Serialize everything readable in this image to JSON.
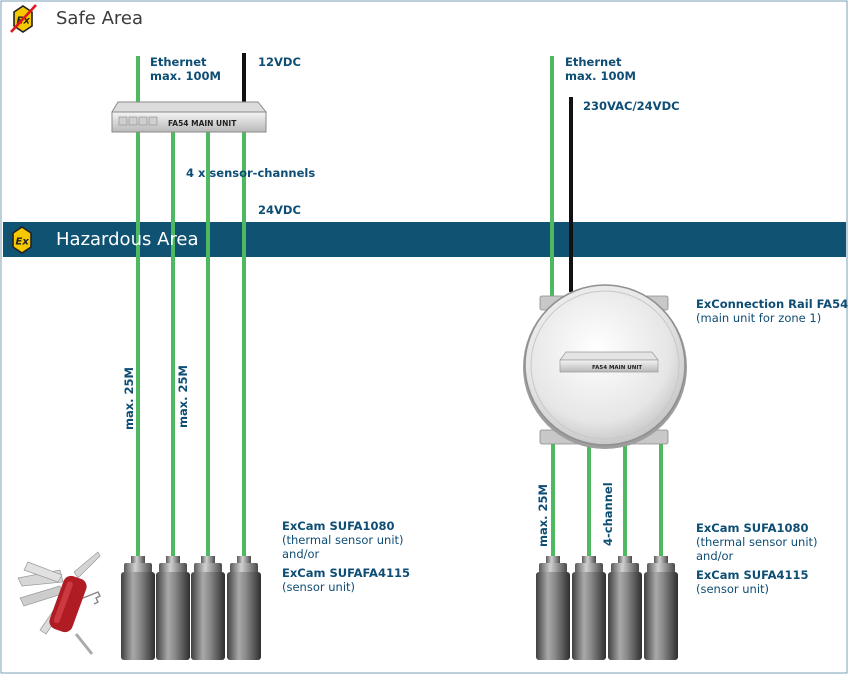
{
  "zones": {
    "safe": "Safe Area",
    "hazardous": "Hazardous Area"
  },
  "left": {
    "ethernet": "Ethernet",
    "ethernet_len": "max. 100M",
    "power_in": "12VDC",
    "main_unit": "FA54 MAIN UNIT",
    "channels": "4 x sensor-channels",
    "power_out": "24VDC",
    "cable_len_1": "max. 25M",
    "cable_len_2": "max. 25M",
    "sensor_a": "ExCam SUFA1080",
    "sensor_a_desc": "(thermal sensor unit)",
    "andor": "and/or",
    "sensor_b": "ExCam SUFAFA4115",
    "sensor_b_desc": "(sensor unit)"
  },
  "right": {
    "ethernet": "Ethernet",
    "ethernet_len": "max. 100M",
    "power_in": "230VAC/24VDC",
    "rail": "ExConnection Rail FA54",
    "rail_desc": "(main unit for zone 1)",
    "main_unit": "FA54 MAIN UNIT",
    "cable_len": "max. 25M",
    "channel_label": "4-channel",
    "sensor_a": "ExCam SUFA1080",
    "sensor_a_desc": "(thermal sensor unit)",
    "andor": "and/or",
    "sensor_b": "ExCam SUFA4115",
    "sensor_b_desc": "(sensor unit)"
  },
  "icons": {
    "safe_zone": "ex-crossed-icon",
    "hazard_zone": "ex-hazard-icon",
    "knife": "multitool-knife-icon"
  },
  "colors": {
    "cable_green": "#4fb961",
    "power_black": "#111111",
    "band": "#0f5272",
    "text_blue": "#0e4d74",
    "ex_yellow": "#f6c800"
  }
}
